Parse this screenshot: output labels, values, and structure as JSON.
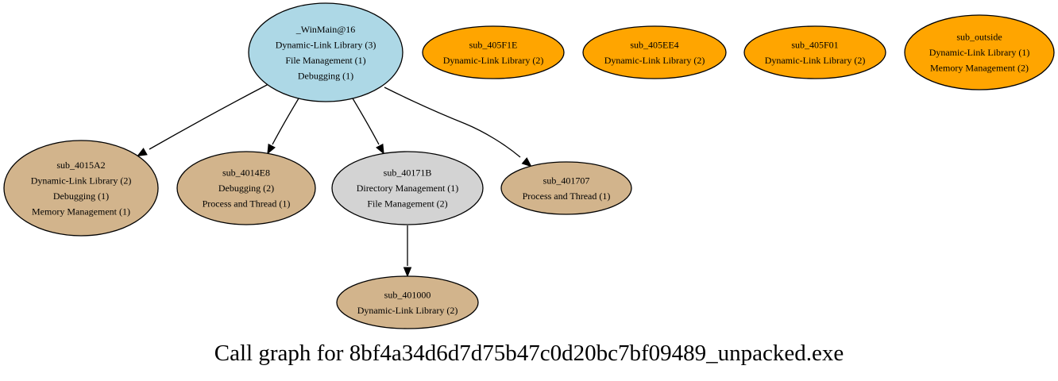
{
  "title": "Call graph for 8bf4a34d6d7d75b47c0d20bc7bf09489_unpacked.exe",
  "colors": {
    "entry": "#add8e6",
    "orphan": "#ffa500",
    "callee": "#d2b48c",
    "highlight": "#d3d3d3",
    "stroke": "#000000"
  },
  "nodes": [
    {
      "id": "winmain",
      "lines": [
        "_WinMain@16",
        "Dynamic-Link Library (3)",
        "File Management (1)",
        "Debugging (1)"
      ],
      "color": "#add8e6"
    },
    {
      "id": "sub_405F1E",
      "lines": [
        "sub_405F1E",
        "Dynamic-Link Library (2)"
      ],
      "color": "#ffa500"
    },
    {
      "id": "sub_405EE4",
      "lines": [
        "sub_405EE4",
        "Dynamic-Link Library (2)"
      ],
      "color": "#ffa500"
    },
    {
      "id": "sub_405F01",
      "lines": [
        "sub_405F01",
        "Dynamic-Link Library (2)"
      ],
      "color": "#ffa500"
    },
    {
      "id": "sub_outside",
      "lines": [
        "sub_outside",
        "Dynamic-Link Library (1)",
        "Memory Management (2)"
      ],
      "color": "#ffa500"
    },
    {
      "id": "sub_4015A2",
      "lines": [
        "sub_4015A2",
        "Dynamic-Link Library (2)",
        "Debugging (1)",
        "Memory Management (1)"
      ],
      "color": "#d2b48c"
    },
    {
      "id": "sub_4014E8",
      "lines": [
        "sub_4014E8",
        "Debugging (2)",
        "Process and Thread (1)"
      ],
      "color": "#d2b48c"
    },
    {
      "id": "sub_40171B",
      "lines": [
        "sub_40171B",
        "Directory Management (1)",
        "File Management (2)"
      ],
      "color": "#d3d3d3"
    },
    {
      "id": "sub_401707",
      "lines": [
        "sub_401707",
        "Process and Thread (1)"
      ],
      "color": "#d2b48c"
    },
    {
      "id": "sub_401000",
      "lines": [
        "sub_401000",
        "Dynamic-Link Library (2)"
      ],
      "color": "#d2b48c"
    }
  ],
  "edges": [
    {
      "from": "winmain",
      "to": "sub_4015A2"
    },
    {
      "from": "winmain",
      "to": "sub_4014E8"
    },
    {
      "from": "winmain",
      "to": "sub_40171B"
    },
    {
      "from": "winmain",
      "to": "sub_401707"
    },
    {
      "from": "sub_40171B",
      "to": "sub_401000"
    }
  ]
}
